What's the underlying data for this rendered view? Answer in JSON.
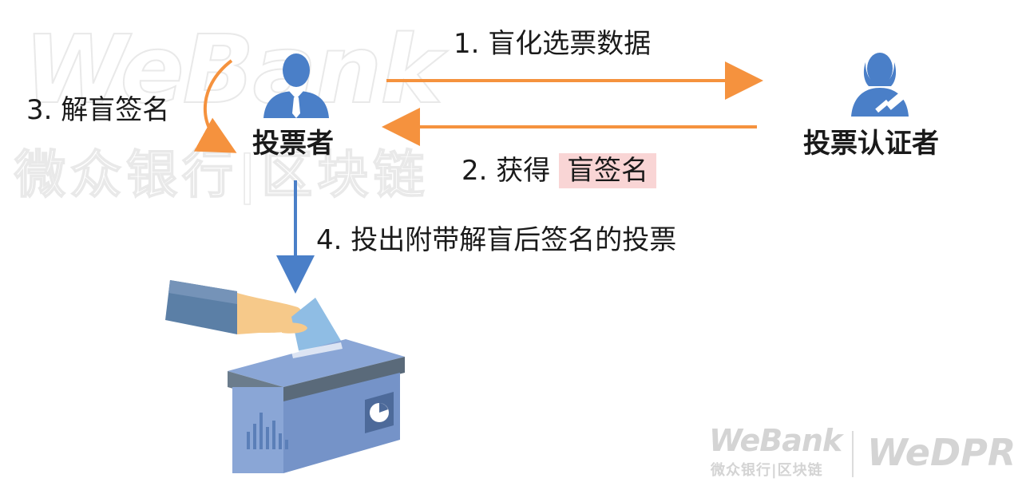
{
  "watermark": {
    "brand_en": "WeBank",
    "brand_cn": "微众银行",
    "divider": "|",
    "brand_cn_2": "区块链",
    "product": "WeDPR"
  },
  "actors": {
    "voter": "投票者",
    "authority": "投票认证者"
  },
  "steps": {
    "step1": "1. 盲化选票数据",
    "step2_prefix": "2. 获得",
    "step2_highlight": "盲签名",
    "step3": "3. 解盲签名",
    "step4": "4. 投出附带解盲后签名的投票"
  },
  "colors": {
    "orange": "#f5923e",
    "blue": "#4a7fc8",
    "box_top": "#6b7c8c",
    "box_body": "#8aa6d6",
    "highlight": "#f9d5d5"
  }
}
